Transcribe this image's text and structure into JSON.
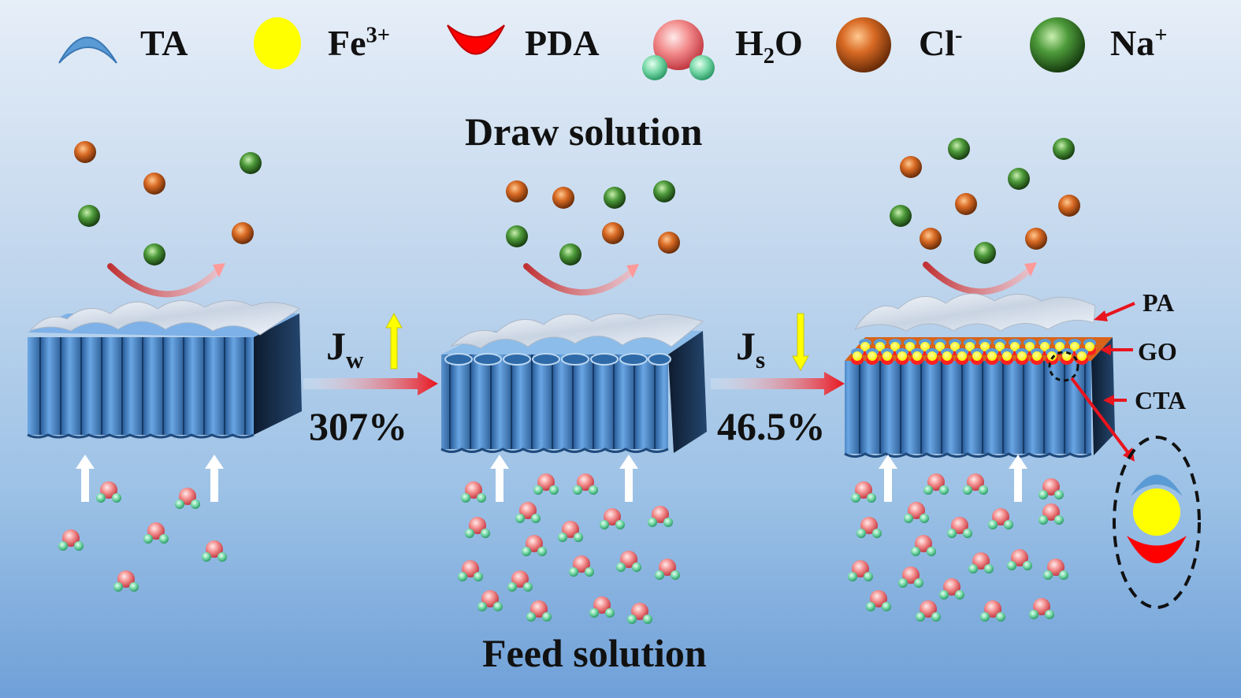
{
  "legend": {
    "ta": "TA",
    "fe": "Fe",
    "fe_sup": "3+",
    "pda": "PDA",
    "water_h": "H",
    "water_sub": "2",
    "water_o": "O",
    "cl": "Cl",
    "cl_sup": "-",
    "na": "Na",
    "na_sup": "+"
  },
  "labels": {
    "draw_solution": "Draw solution",
    "feed_solution": "Feed solution",
    "jw_j": "J",
    "jw_sub": "w",
    "jw_change": "307%",
    "js_j": "J",
    "js_sub": "s",
    "js_change": "46.5%"
  },
  "layers": [
    "PA",
    "GO",
    "CTA"
  ],
  "colors": {
    "ta": "#5b9bd5",
    "fe": "#ffff00",
    "pda": "#ff0000",
    "cl": "#d2691e",
    "na": "#3c8a2e",
    "go": "#d8641a",
    "arrow_red": "#e8141e",
    "arrow_yellow": "#ffff00",
    "membrane": "#4a86c8"
  }
}
